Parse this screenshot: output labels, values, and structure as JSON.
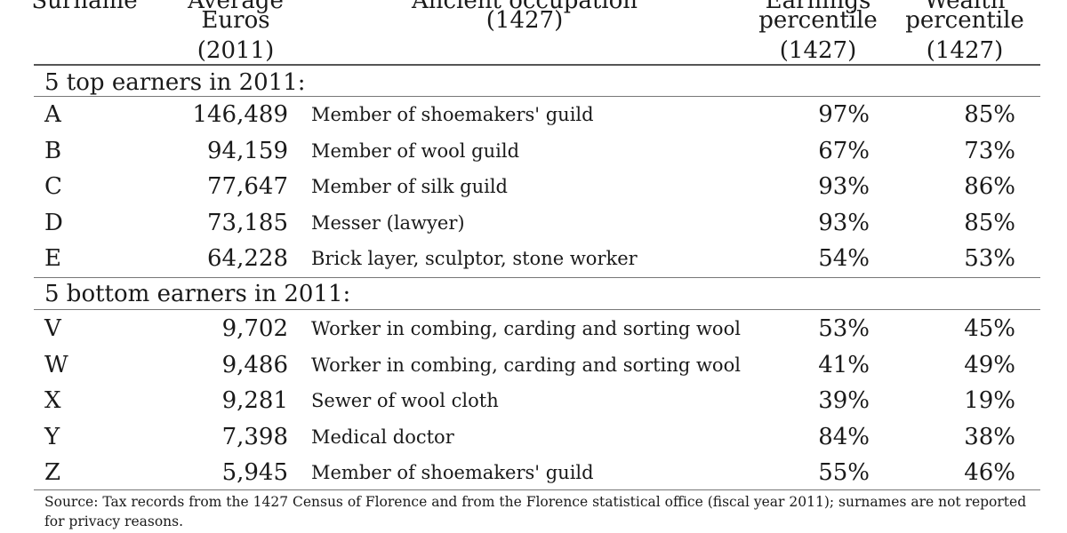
{
  "header": {
    "col1": [
      "Surname"
    ],
    "col2": [
      "Average",
      "Euros",
      "(2011)"
    ],
    "col3": [
      "Ancient occupation",
      "(1427)"
    ],
    "col4": [
      "Earnings",
      "percentile",
      "(1427)"
    ],
    "col5": [
      "Wealth",
      "percentile",
      "(1427)"
    ]
  },
  "sections": {
    "top_title": "5 top earners in 2011:",
    "bottom_title": "5 bottom earners in 2011:"
  },
  "top_rows": [
    {
      "id": "A",
      "euros": "146,489",
      "occupation": "Member of shoemakers' guild",
      "earn_pct": "97%",
      "wealth_pct": "85%"
    },
    {
      "id": "B",
      "euros": "94,159",
      "occupation": "Member of wool guild",
      "earn_pct": "67%",
      "wealth_pct": "73%"
    },
    {
      "id": "C",
      "euros": "77,647",
      "occupation": "Member of silk guild",
      "earn_pct": "93%",
      "wealth_pct": "86%"
    },
    {
      "id": "D",
      "euros": "73,185",
      "occupation": "Messer (lawyer)",
      "earn_pct": "93%",
      "wealth_pct": "85%"
    },
    {
      "id": "E",
      "euros": "64,228",
      "occupation": "Brick layer, sculptor, stone worker",
      "earn_pct": "54%",
      "wealth_pct": "53%"
    }
  ],
  "bottom_rows": [
    {
      "id": "V",
      "euros": "9,702",
      "occupation": "Worker in combing, carding and sorting wool",
      "earn_pct": "53%",
      "wealth_pct": "45%"
    },
    {
      "id": "W",
      "euros": "9,486",
      "occupation": "Worker in combing, carding and sorting wool",
      "earn_pct": "41%",
      "wealth_pct": "49%"
    },
    {
      "id": "X",
      "euros": "9,281",
      "occupation": "Sewer of wool cloth",
      "earn_pct": "39%",
      "wealth_pct": "19%"
    },
    {
      "id": "Y",
      "euros": "7,398",
      "occupation": "Medical doctor",
      "earn_pct": "84%",
      "wealth_pct": "38%"
    },
    {
      "id": "Z",
      "euros": "5,945",
      "occupation": "Member of shoemakers' guild",
      "earn_pct": "55%",
      "wealth_pct": "46%"
    }
  ],
  "source": "Source: Tax records from the 1427 Census of Florence and from the Florence statistical office (fiscal year 2011); surnames are not reported for privacy reasons."
}
